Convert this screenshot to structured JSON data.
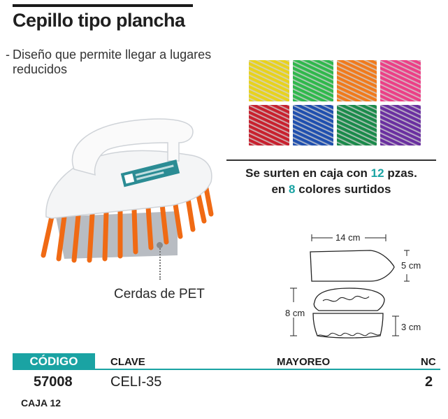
{
  "title": "Cepillo tipo plancha",
  "features": [
    {
      "dash": "-",
      "text": "Diseño que permite llegar a lugares reducidos"
    }
  ],
  "swatch_colors": [
    "#e8d21c",
    "#2fb84c",
    "#f07a1c",
    "#ec3f86",
    "#c8202e",
    "#1f4fae",
    "#1a8a4a",
    "#6a2fa0"
  ],
  "assortment": {
    "line1_pre": "Se surten en caja con",
    "line1_num": "12",
    "line1_post": "pzas.",
    "line2_pre": "en",
    "line2_num": "8",
    "line2_post": "colores surtidos",
    "highlight_color": "#1aa3a3"
  },
  "bristle_label": "Cerdas de PET",
  "dimensions": {
    "length": "14 cm",
    "width": "5 cm",
    "height": "8 cm",
    "bristle_height": "3 cm"
  },
  "table": {
    "headers": {
      "codigo": "CÓDIGO",
      "clave": "CLAVE",
      "mayoreo": "MAYOREO",
      "nc": "NC"
    },
    "row": {
      "codigo": "57008",
      "clave": "CELI-35",
      "mayoreo": "",
      "nc": "2"
    },
    "caja_label": "CAJA",
    "caja_value": "12"
  }
}
